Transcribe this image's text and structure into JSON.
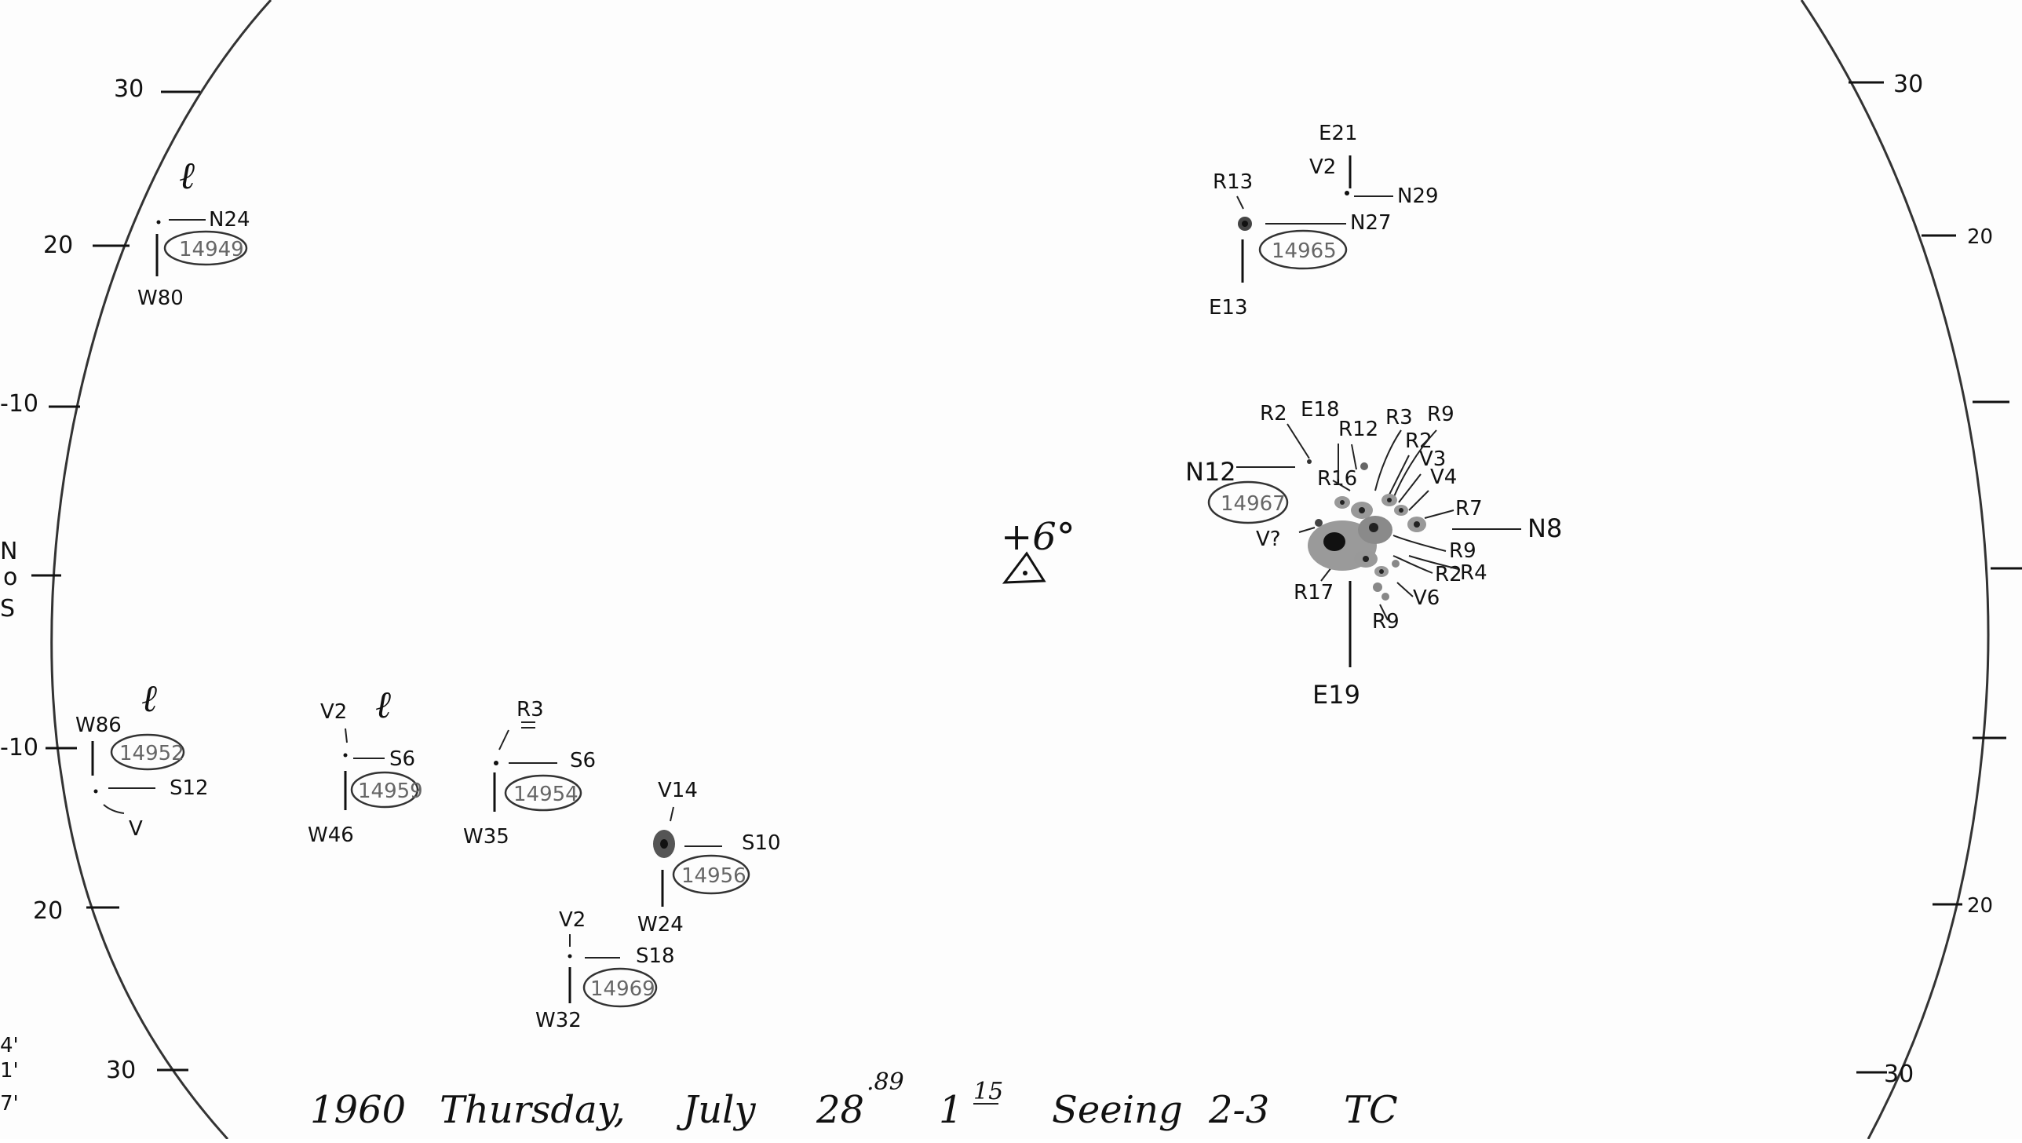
{
  "drawing": {
    "left_scale": {
      "t30": "30",
      "t20": "20",
      "t10": "-10",
      "n": "N",
      "o": "o",
      "s": "S",
      "b10": "-10",
      "b20": "20",
      "b30": "30"
    },
    "right_scale": {
      "t30": "30",
      "t20": "20",
      "b20": "20",
      "b30": "30"
    },
    "edge_note": {
      "l1": "4'",
      "l2": "1'",
      "l3": "7'"
    },
    "center": {
      "angle": "+6°"
    },
    "groups": {
      "g14949": {
        "number": "14949",
        "lat": "N24",
        "lon": "W80",
        "mark": "ℓ"
      },
      "g14965": {
        "number": "14965",
        "lat": "N27",
        "lon": "E13",
        "top": "E21",
        "lat2": "N29",
        "v": "V2",
        "r": "R13"
      },
      "g14967": {
        "number": "14967",
        "lat": "N12",
        "lon": "E19",
        "lon_top": "E18",
        "right": "N8",
        "labels": [
          "R2",
          "R12",
          "R3",
          "R9",
          "R2",
          "V3",
          "V4",
          "R16",
          "R7",
          "V?",
          "R9",
          "R2",
          "R4",
          "V6",
          "R17",
          "R9"
        ]
      },
      "g14952": {
        "number": "14952",
        "lat": "S12",
        "lon": "W86",
        "v": "V",
        "mark": "ℓ"
      },
      "g14959": {
        "number": "14959",
        "lat": "S6",
        "lon": "W46",
        "v": "V2",
        "mark": "ℓ"
      },
      "g14954": {
        "number": "14954",
        "lat": "S6",
        "lon": "W35",
        "r": "R3"
      },
      "g14956": {
        "number": "14956",
        "lat": "S10",
        "lon": "W24",
        "v": "V14"
      },
      "g14969": {
        "number": "14969",
        "lat": "S18",
        "lon": "W32",
        "v": "V2"
      }
    },
    "footer": {
      "year": "1960",
      "day": "Thursday,",
      "month": "July",
      "date": "28",
      "date_sup": ".89",
      "hour": "1",
      "hour_sup": "15",
      "seeing_label": "Seeing",
      "seeing_value": "2-3",
      "observer": "TC"
    }
  }
}
